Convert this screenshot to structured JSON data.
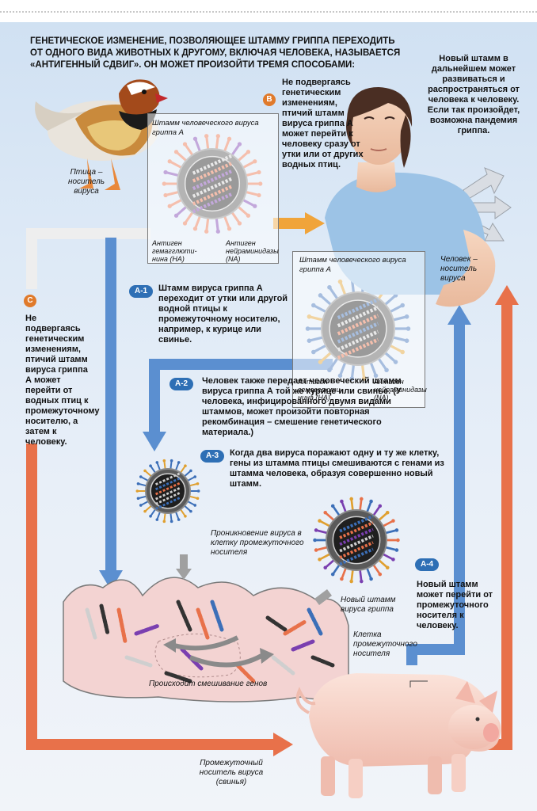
{
  "heading": "Генетическое изменение, позволяющее штамму гриппа переходить от одного вида животных к другому, включая человека, называется «антигенный сдвиг». Он может произойти тремя способами:",
  "labels": {
    "b": "B",
    "c": "C",
    "a1": "A-1",
    "a2": "A-2",
    "a3": "A-3",
    "a4": "A-4"
  },
  "texts": {
    "b": "Не подвергаясь генетическим изменениям, птичий штамм вируса гриппа А может перейти к человеку сразу от утки или от других водных птиц.",
    "pandemic": "Новый штамм в дальнейшем может развиваться и распространяться от человека к человеку. Если так произойдет, возможна пандемия гриппа.",
    "c": "Не подвергаясь генетическим изменениям, птичий штамм вируса гриппа А может перейти от водных птиц к промежуточному носителю, а затем к человеку.",
    "a1": "Штамм вируса гриппа А переходит от утки или другой водной птицы к промежуточному носителю, например, к курице или свинье.",
    "a2": "Человек также передает человеческий штамм вируса гриппа А той же курице или свинье. (У человека, инфицированного двумя видами штаммов, может произойти повторная рекомбинация – смешение генетического материала.)",
    "a3": "Когда два вируса поражают одну и ту же клетку, гены из штамма птицы смешиваются с генами из штамма человека, образуя совершенно новый штамм.",
    "a4": "Новый штамм может перейти от промежуточного носителя к человеку."
  },
  "captions": {
    "bird": "Птица – носитель вируса",
    "virus_top": "Штамм человеческого вируса гриппа А",
    "ha_top": "Антиген гемагглюти- нина (HA)",
    "na_top": "Антиген нейраминидазы (NA)",
    "virus_mid": "Штамм человеческого вируса гриппа А",
    "ha_mid": "Антиген гемагглюти- нина (HA)",
    "na_mid": "Антиген нейраминидазы (NA)",
    "human": "Человек – носитель вируса",
    "penetration": "Проникновение вируса в клетку промежуточного носителя",
    "new_strain": "Новый штамм вируса гриппа",
    "cell": "Клетка промежуточного носителя",
    "mixing": "Происходит смешивание генов",
    "pig": "Промежуточный носитель вируса (свинья)"
  },
  "colors": {
    "blue_arrow": "#5b8fd0",
    "orange_arrow": "#e8714a",
    "badge_blue": "#2e6fb5",
    "badge_orange": "#e07a2b",
    "cell_pink": "#f3d3d2",
    "shirt": "#9cc3e6"
  }
}
